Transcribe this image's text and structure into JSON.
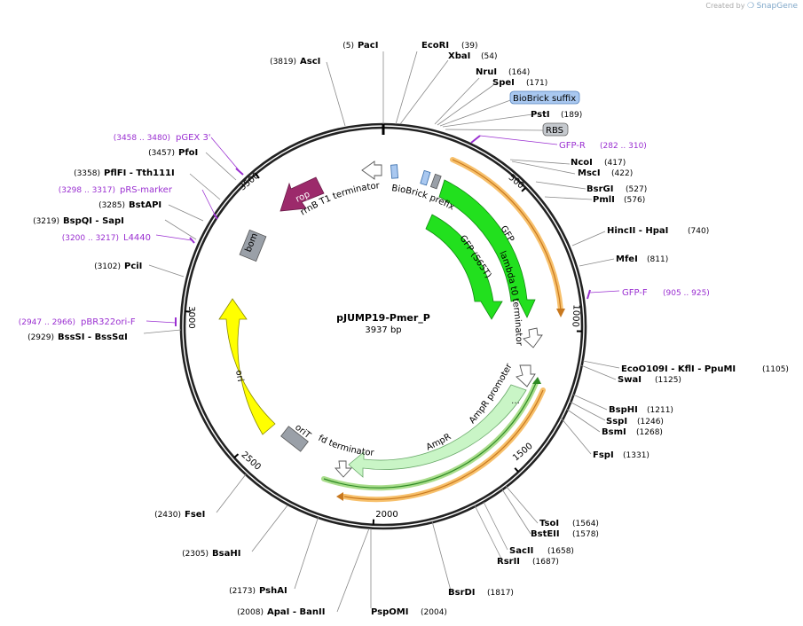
{
  "credit": {
    "prefix": "Created by",
    "brand": "SnapGene"
  },
  "plasmid": {
    "name": "pJUMP19-Pmer_P",
    "length_label": "3937 bp",
    "length": 3937
  },
  "colors": {
    "primer": "#9a2fd1",
    "orange_band": "#f7c06b",
    "orange_arrow": "#c8781e",
    "green_band": "#a9dd8c",
    "green_arrow": "#2e8a24"
  },
  "ticks": [
    "500",
    "1000",
    "1500",
    "2000",
    "2500",
    "3000",
    "3500"
  ],
  "restriction_sites": [
    {
      "name": "PacI",
      "pos": "(5)"
    },
    {
      "name": "EcoRI",
      "pos": "(39)"
    },
    {
      "name": "XbaI",
      "pos": "(54)"
    },
    {
      "name": "NruI",
      "pos": "(164)"
    },
    {
      "name": "SpeI",
      "pos": "(171)"
    },
    {
      "name": "PstI",
      "pos": "(189)"
    },
    {
      "name": "NcoI",
      "pos": "(417)"
    },
    {
      "name": "MscI",
      "pos": "(422)"
    },
    {
      "name": "BsrGI",
      "pos": "(527)"
    },
    {
      "name": "PmlI",
      "pos": "(576)"
    },
    {
      "name": "HincII  - HpaI",
      "pos": "(740)"
    },
    {
      "name": "MfeI",
      "pos": "(811)"
    },
    {
      "name": "EcoO109I  - KflI  - PpuMI",
      "pos": "(1105)"
    },
    {
      "name": "SwaI",
      "pos": "(1125)"
    },
    {
      "name": "BspHI",
      "pos": "(1211)"
    },
    {
      "name": "SspI",
      "pos": "(1246)"
    },
    {
      "name": "BsmI",
      "pos": "(1268)"
    },
    {
      "name": "FspI",
      "pos": "(1331)"
    },
    {
      "name": "TsoI",
      "pos": "(1564)"
    },
    {
      "name": "BstEII",
      "pos": "(1578)"
    },
    {
      "name": "SacII",
      "pos": "(1658)"
    },
    {
      "name": "RsrII",
      "pos": "(1687)"
    },
    {
      "name": "BsrDI",
      "pos": "(1817)"
    },
    {
      "name": "PspOMI",
      "pos": "(2004)"
    },
    {
      "name": "ApaI  - BanII",
      "pos": "(2008)"
    },
    {
      "name": "PshAI",
      "pos": "(2173)"
    },
    {
      "name": "BsaHI",
      "pos": "(2305)"
    },
    {
      "name": "FseI",
      "pos": "(2430)"
    },
    {
      "name": "BssSI  - BssSαI",
      "pos": "(2929)"
    },
    {
      "name": "PciI",
      "pos": "(3102)"
    },
    {
      "name": "BspQI  - SapI",
      "pos": "(3219)"
    },
    {
      "name": "BstAPI",
      "pos": "(3285)"
    },
    {
      "name": "PflFI  - Tth111I",
      "pos": "(3358)"
    },
    {
      "name": "PfoI",
      "pos": "(3457)"
    },
    {
      "name": "AscI",
      "pos": "(3819)"
    }
  ],
  "primers": [
    {
      "name": "GFP-R",
      "range": "(282 .. 310)"
    },
    {
      "name": "GFP-F",
      "range": "(905 .. 925)"
    },
    {
      "name": "pBR322ori-F",
      "range": "(2947 .. 2966)"
    },
    {
      "name": "L4440",
      "range": "(3200 .. 3217)"
    },
    {
      "name": "pRS-marker",
      "range": "(3298 .. 3317)"
    },
    {
      "name": "pGEX 3'",
      "range": "(3458 .. 3480)"
    }
  ],
  "features": {
    "biobrick_suffix": "BioBrick suffix",
    "rbs": "RBS",
    "biobrick_prefix": "BioBrick prefix",
    "gfp": "GFP",
    "gfp_s65t": "GFP (S65T)",
    "lambda_t0": "lambda t0 terminator",
    "ampr_promoter": "AmpR promoter",
    "ampr": "AmpR",
    "fd_terminator": "fd terminator",
    "orit": "oriT",
    "ori": "ori",
    "bom": "bom",
    "rop": "rop",
    "rrnb": "rrnB T1 terminator"
  }
}
